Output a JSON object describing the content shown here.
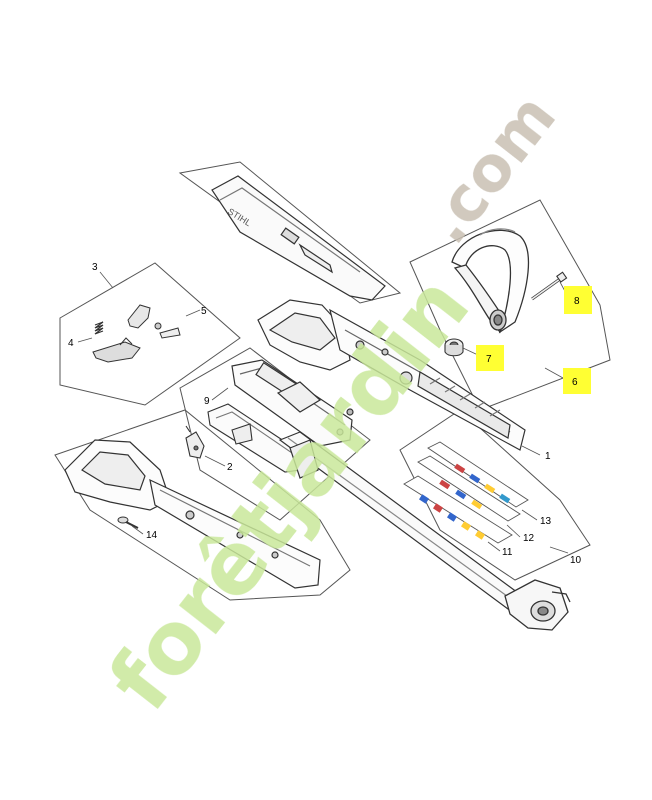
{
  "diagram": {
    "brand_mark": "STIHL",
    "callouts": [
      "1",
      "2",
      "3",
      "4",
      "5",
      "6",
      "7",
      "8",
      "9",
      "10",
      "11",
      "12",
      "13",
      "14"
    ],
    "highlighted_callouts": [
      "6",
      "7",
      "8"
    ],
    "highlight_color": "#ffff33"
  },
  "watermark": {
    "text_main": "forêtjardin",
    "text_suffix": ".com",
    "color_green": "#c9e89a",
    "color_orange": "#f7c98a",
    "color_brown": "#c9c0b3"
  }
}
